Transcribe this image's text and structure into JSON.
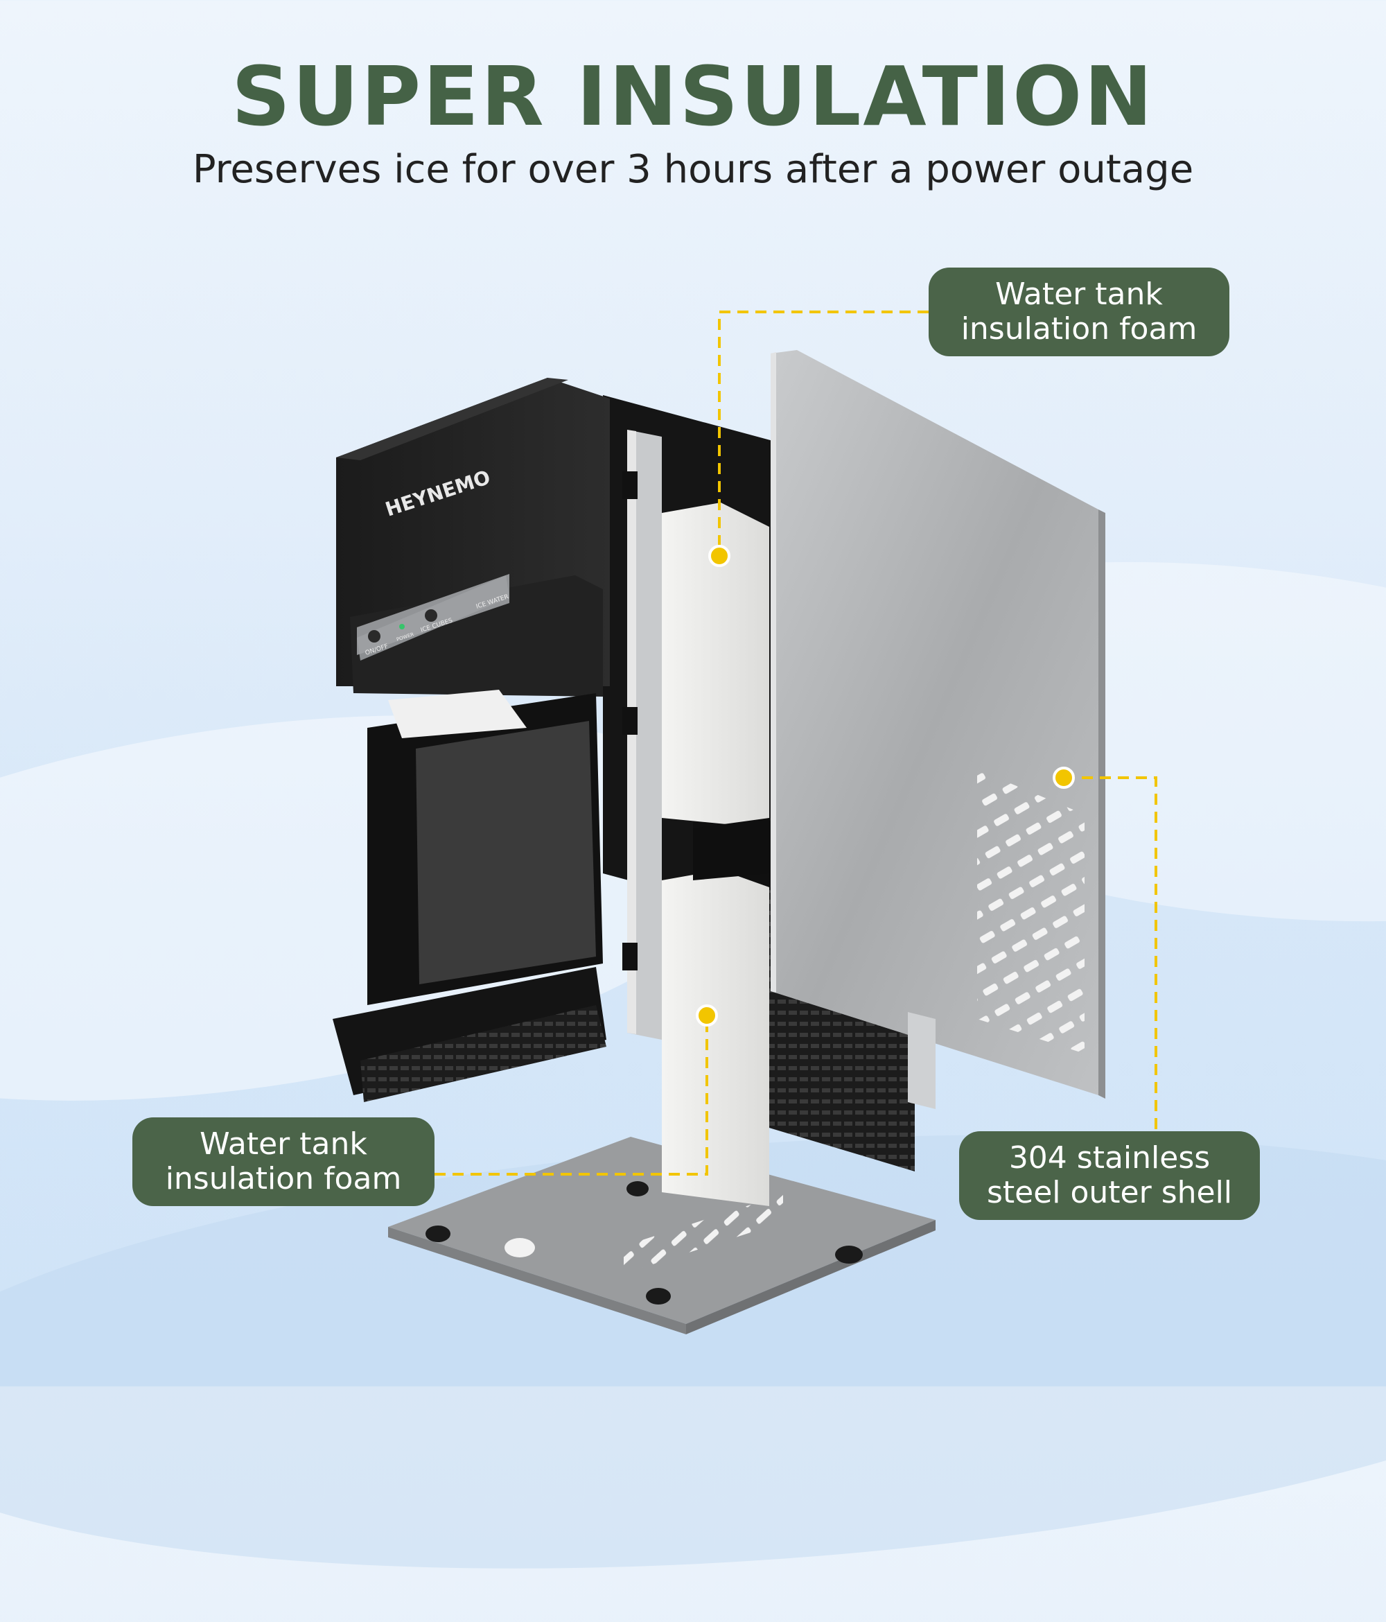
{
  "header": {
    "title": "SUPER INSULATION",
    "subtitle": "Preserves ice for over 3 hours after a power outage"
  },
  "product": {
    "brand": "HEYNEMO",
    "panel_labels": [
      "ON/OFF",
      "POWER",
      "ICE CUBES",
      "ICE WATER"
    ]
  },
  "callouts": [
    {
      "label_line1": "Water tank",
      "label_line2": "insulation foam"
    },
    {
      "label_line1": "Water tank",
      "label_line2": "insulation foam"
    },
    {
      "label_line1": "304 stainless",
      "label_line2": "steel outer shell"
    }
  ],
  "colors": {
    "title": "#456246",
    "callout_bg": "#4b6449",
    "leader_line": "#f2c500"
  }
}
